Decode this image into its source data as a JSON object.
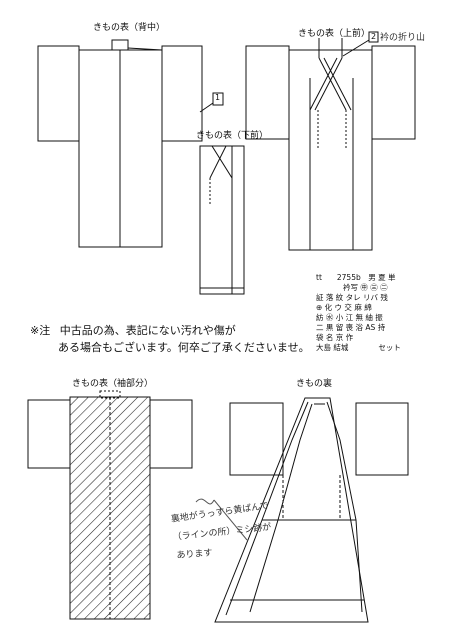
{
  "labels": {
    "back": "きもの表（背中）",
    "front_upper": "きもの表（上前）",
    "front_lower": "きもの表（下前）",
    "sleeve": "きもの表（袖部分）",
    "lining": "きもの裏"
  },
  "marks": {
    "back_box": "1",
    "front_box": "2"
  },
  "handwritten": {
    "collar_fold": "衿の折り山",
    "lining_line1": "裏地がうっすら黄ばんで",
    "lining_line2": "（ラインの所）ミシ跡が",
    "lining_line3": "あります"
  },
  "note": {
    "mark": "※注",
    "line1": "中古品の為、表記にない汚れや傷が",
    "line2": "ある場合もございます。何卒ご了承くださいませ。"
  },
  "codes": {
    "r1": "tt　　2755b　男  夏  単",
    "r2": "衿写 ㊥ ㊂ ㊁",
    "r3": "証  落  紋  タレ  リバ  残",
    "r4": "⊕  化  ウ  交  麻  綿",
    "r5": "紡  ㊌  小  江  無  紬  振",
    "r6": "二  黒  留  喪  浴  AS  持",
    "r7": "袋  名  京  作",
    "r8": "大島  結城　　　　セット"
  }
}
